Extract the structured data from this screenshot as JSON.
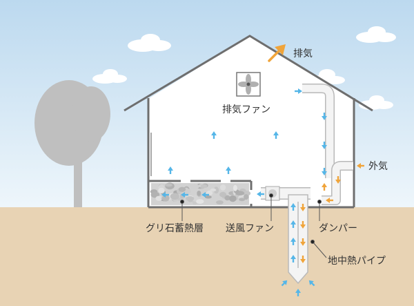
{
  "labels": {
    "exhaust": "排気",
    "exhaust_fan": "排気ファン",
    "outside_air": "外気",
    "gravel_storage": "グリ石蓄熱層",
    "supply_fan": "送風ファン",
    "damper": "ダンパー",
    "geothermal_pipe": "地中熱パイプ"
  },
  "colors": {
    "sky_top": "#bcd9ef",
    "sky_bottom": "#eef6fb",
    "ground": "#e8d3b4",
    "house_line": "#6e6e6e",
    "pipe_fill": "#f4f4f4",
    "pipe_edge": "#b9b9b9",
    "gravel": "#d2d2d2",
    "tree": "#bfbfbf",
    "cold_arrow": "#55b6e8",
    "warm_arrow": "#f0a43a"
  },
  "icons": {
    "fan": "fan-icon",
    "arrow": "arrow-icon",
    "tree": "tree-icon",
    "cloud": "cloud-icon"
  }
}
